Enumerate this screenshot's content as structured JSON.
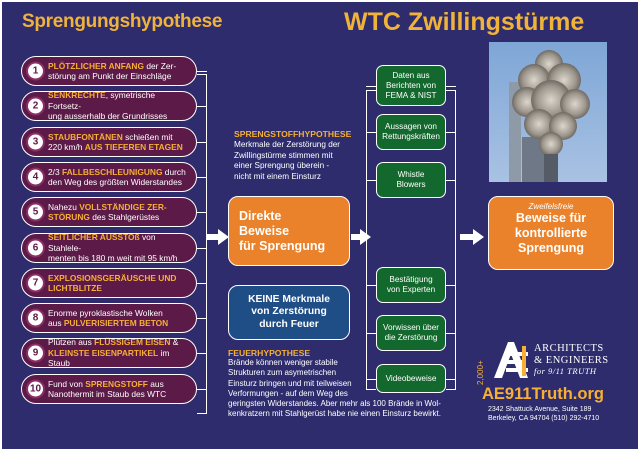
{
  "title_left": "Sprengungshypothese",
  "title_right": "WTC Zwillingstürme",
  "evidence": [
    {
      "num": "1",
      "parts": [
        [
          "PLÖTZLICHER ANFANG",
          true
        ],
        [
          " der Zer-",
          false
        ],
        [
          "\n",
          false
        ],
        [
          "störung am Punkt der Einschläge",
          false
        ]
      ]
    },
    {
      "num": "2",
      "parts": [
        [
          "SENKRECHTE",
          true
        ],
        [
          ", symetrische Fortsetz-",
          false
        ],
        [
          "\n",
          false
        ],
        [
          "ung ausserhalb der Grundrisses",
          false
        ]
      ]
    },
    {
      "num": "3",
      "parts": [
        [
          "STAUBFONTÄNEN",
          true
        ],
        [
          " schießen mit",
          false
        ],
        [
          "\n",
          false
        ],
        [
          "220 km/h ",
          false
        ],
        [
          "AUS TIEFEREN ETAGEN",
          true
        ]
      ]
    },
    {
      "num": "4",
      "parts": [
        [
          "2/3 ",
          false
        ],
        [
          "FALLBESCHLEUNIGUNG",
          true
        ],
        [
          " durch",
          false
        ],
        [
          "\n",
          false
        ],
        [
          "den Weg des größten Widerstandes",
          false
        ]
      ]
    },
    {
      "num": "5",
      "parts": [
        [
          "Nahezu ",
          false
        ],
        [
          "VOLLSTÄNDIGE ZER-",
          true
        ],
        [
          "\n",
          false
        ],
        [
          "STÖRUNG",
          true
        ],
        [
          " des Stahlgerüstes",
          false
        ]
      ]
    },
    {
      "num": "6",
      "parts": [
        [
          "SEITLICHER AUSSTOß",
          true
        ],
        [
          " von Stahlele-",
          false
        ],
        [
          "\n",
          false
        ],
        [
          "menten bis 180 m weit mit 95 km/h",
          false
        ]
      ]
    },
    {
      "num": "7",
      "parts": [
        [
          "EXPLOSIONSGERÄUSCHE UND",
          true
        ],
        [
          "\n",
          false
        ],
        [
          "LICHTBLITZE",
          true
        ]
      ]
    },
    {
      "num": "8",
      "parts": [
        [
          "Enorme pyroklastische Wolken",
          false
        ],
        [
          "\n",
          false
        ],
        [
          "aus ",
          false
        ],
        [
          "PULVERISIERTEM BETON",
          true
        ]
      ]
    },
    {
      "num": "9",
      "parts": [
        [
          "Plützen aus ",
          false
        ],
        [
          "FLÜSSIGEM EISEN",
          true
        ],
        [
          " &",
          false
        ],
        [
          "\n",
          false
        ],
        [
          "KLEINSTE EISENPARTIKEL",
          true
        ],
        [
          " im Staub",
          false
        ]
      ]
    },
    {
      "num": "10",
      "parts": [
        [
          "Fund von ",
          false
        ],
        [
          "SPRENGSTOFF",
          true
        ],
        [
          " aus",
          false
        ],
        [
          "\n",
          false
        ],
        [
          "Nanothermit im Staub des WTC",
          false
        ]
      ]
    }
  ],
  "hypothesis_explosive": {
    "heading": "SPRENGSTOFFHYPOTHESE",
    "text": "Merkmale der Zerstörung der\nZwillingstürme stimmen mit\neiner Sprengung überein -\nnicht mit einem Einsturz"
  },
  "box_direct": "Direkte\nBeweise\nfür Sprengung",
  "box_no_fire": "KEINE Merkmale\nvon Zerstörung\ndurch Feuer",
  "hypothesis_fire": {
    "heading": "FEUERHYPOTHESE",
    "text": "Brände können weniger stabile\nStrukturen zum asymetrischen\nEinsturz bringen und mit teilweisen\nVerformungen - auf dem Weg des\ngeringsten Widerstandes. Aber mehr als 100 Brände in Wol-\nkenkratzern mit Stahlgerüst habe nie einen Einsturz bewirkt."
  },
  "sources": [
    "Daten aus\nBerichten von\nFEMA & NIST",
    "Aussagen von\nRettungskräften",
    "Whistle\nBlowers",
    "Bestätigung\nvon Experten",
    "Vorwissen über\ndie Zerstörung",
    "Videobeweise"
  ],
  "conclusion": {
    "small": "Zweifelsfreie",
    "main": "Beweise für\nkontrollierte\nSprengung"
  },
  "org": {
    "year": "2,000+",
    "line1": "ARCHITECTS",
    "line2": "& ENGINEERS",
    "line3": "for 9/11 TRUTH",
    "url": "AE911Truth.org",
    "address": "2342 Shattuck Avenue, Suite 189",
    "city": "Berkeley, CA 94704  (510) 292-4710"
  },
  "colors": {
    "background": "#2e2c6d",
    "accent": "#f7b033",
    "pill": "#5c1a48",
    "orange": "#e9822a",
    "blue": "#1f4d85",
    "green": "#13682e"
  }
}
